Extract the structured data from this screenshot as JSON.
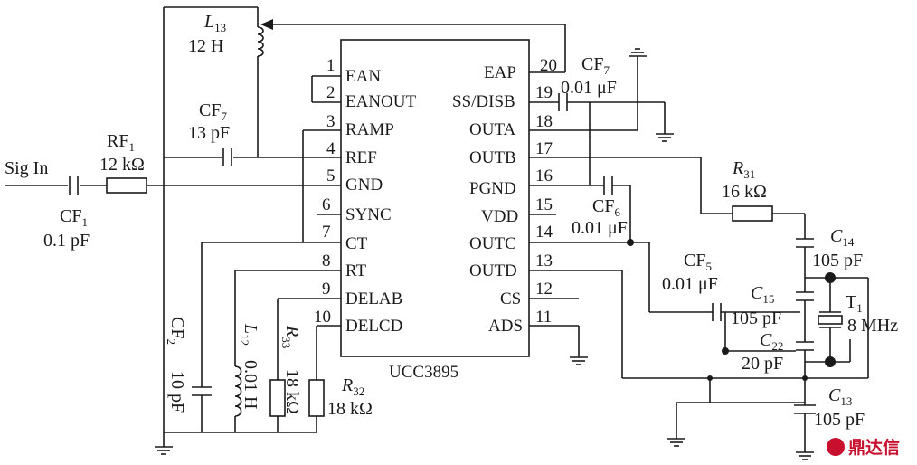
{
  "ic": {
    "name": "UCC3895",
    "left_pins": [
      {
        "num": "1",
        "name": "EAN"
      },
      {
        "num": "2",
        "name": "EANOUT"
      },
      {
        "num": "3",
        "name": "RAMP"
      },
      {
        "num": "4",
        "name": "REF"
      },
      {
        "num": "5",
        "name": "GND"
      },
      {
        "num": "6",
        "name": "SYNC"
      },
      {
        "num": "7",
        "name": "CT"
      },
      {
        "num": "8",
        "name": "RT"
      },
      {
        "num": "9",
        "name": "DELAB"
      },
      {
        "num": "10",
        "name": "DELCD"
      }
    ],
    "right_pins": [
      {
        "num": "20",
        "name": "EAP"
      },
      {
        "num": "19",
        "name": "SS/DISB"
      },
      {
        "num": "18",
        "name": "OUTA"
      },
      {
        "num": "17",
        "name": "OUTB"
      },
      {
        "num": "16",
        "name": "PGND"
      },
      {
        "num": "15",
        "name": "VDD"
      },
      {
        "num": "14",
        "name": "OUTC"
      },
      {
        "num": "13",
        "name": "OUTD"
      },
      {
        "num": "12",
        "name": "CS"
      },
      {
        "num": "11",
        "name": "ADS"
      }
    ]
  },
  "components": {
    "sig_in": "Sig In",
    "cf1": {
      "name": "CF",
      "sub": "1",
      "value": "0.1 pF"
    },
    "rf1": {
      "name": "RF",
      "sub": "1",
      "value": "12 kΩ"
    },
    "l13": {
      "name": "L",
      "sub": "13",
      "value": "12 H"
    },
    "cf7_left": {
      "name": "CF",
      "sub": "7",
      "value": "13 pF"
    },
    "cf7_right": {
      "name": "CF",
      "sub": "7",
      "value": "0.01 μF"
    },
    "cf6": {
      "name": "CF",
      "sub": "6",
      "value": "0.01 μF"
    },
    "cf5": {
      "name": "CF",
      "sub": "5",
      "value": "0.01 μF"
    },
    "r31": {
      "name": "R",
      "sub": "31",
      "value": "16 kΩ"
    },
    "c14": {
      "name": "C",
      "sub": "14",
      "value": "105 pF"
    },
    "c15": {
      "name": "C",
      "sub": "15",
      "value": "105 pF"
    },
    "c22": {
      "name": "C",
      "sub": "22",
      "value": "20 pF"
    },
    "c13": {
      "name": "C",
      "sub": "13",
      "value": "105 pF"
    },
    "t1": {
      "name": "T",
      "sub": "1",
      "value": "8 MHz"
    },
    "cf2": {
      "name": "CF",
      "sub": "2",
      "value": "10 pF"
    },
    "l12": {
      "name": "L",
      "sub": "12",
      "value": "0.01 H"
    },
    "r33": {
      "name": "R",
      "sub": "33",
      "value": "18 kΩ"
    },
    "r32": {
      "name": "R",
      "sub": "32",
      "value": "18 kΩ"
    }
  },
  "watermark": {
    "icon": "logo-icon",
    "text": "鼎达信"
  }
}
